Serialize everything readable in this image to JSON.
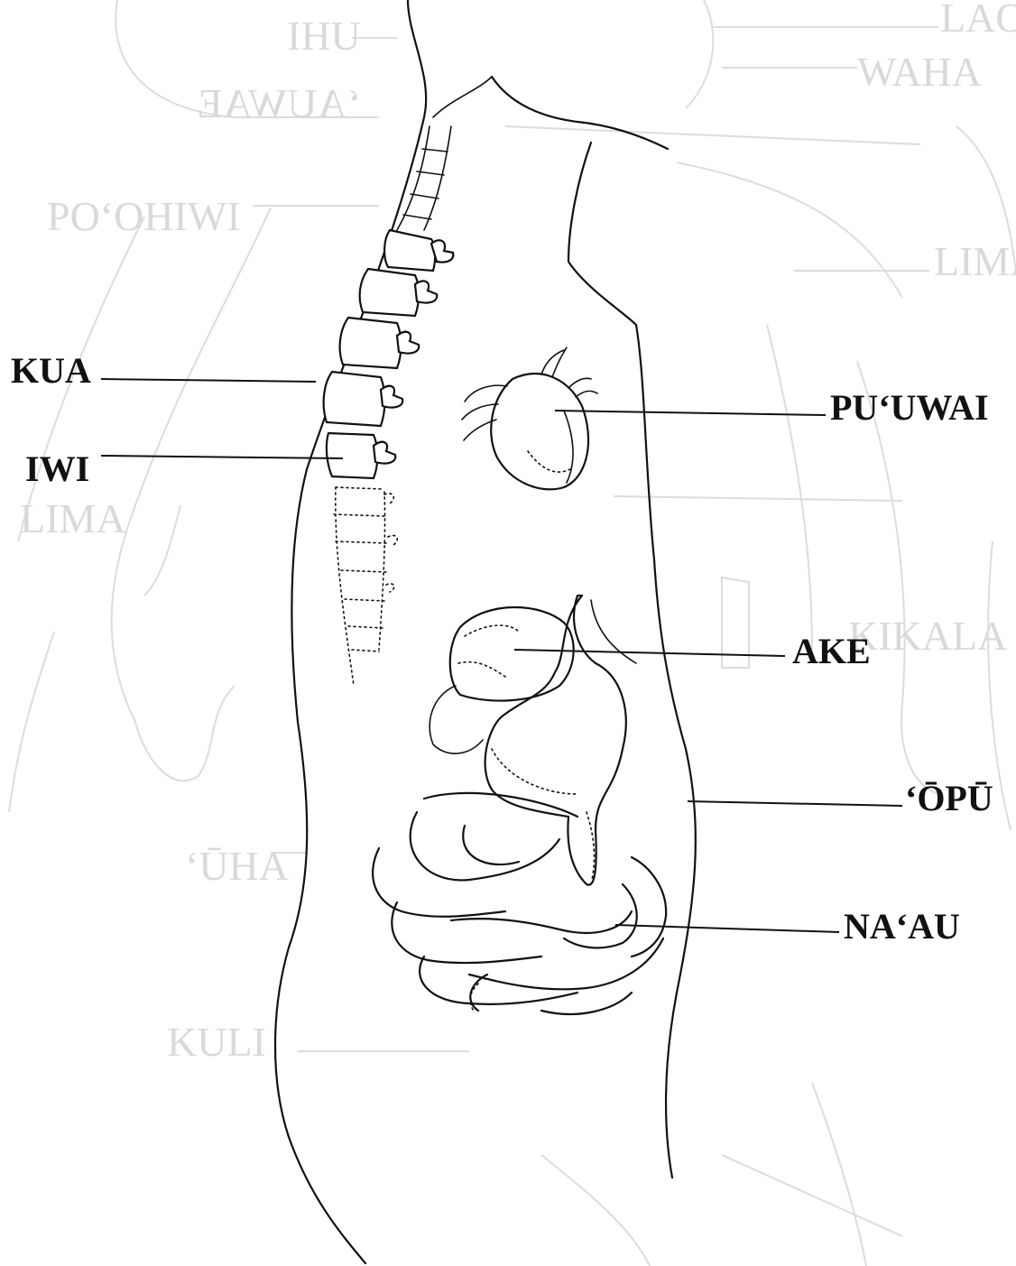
{
  "diagram": {
    "labels": {
      "kua": "KUA",
      "iwi": "IWI",
      "puuwai": "PU‘UWAI",
      "ake": "AKE",
      "opu": "‘ŌPŪ",
      "naau": "NA‘AU"
    },
    "background_labels": {
      "ihu": "IHU",
      "lao": "LAO",
      "waha": "WAHA",
      "auwae": "‘AUWAE",
      "poohiwi": "PO‘OHIWI",
      "lima_right": "LIMA",
      "lima_left": "LIMA",
      "kikala": "KIKALA",
      "uha": "‘ŪHA",
      "kuli": "KULI"
    },
    "colors": {
      "ink": "#111111",
      "ghost": "#d9d9d9",
      "paper": "#ffffff"
    }
  }
}
